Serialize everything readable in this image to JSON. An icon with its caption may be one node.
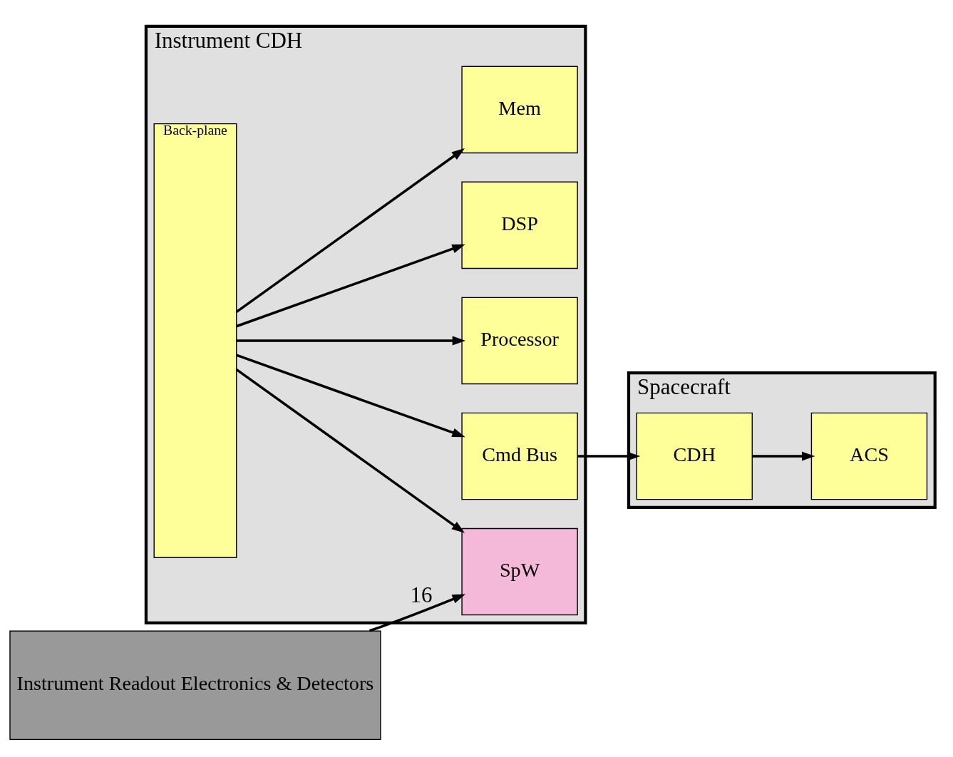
{
  "diagram": {
    "nodes": [
      {
        "text": [
          "Instrument CDH"
        ]
      },
      {
        "text": [
          "Back-plane"
        ],
        "in": 0
      },
      {
        "text": [
          "Cmd Bus"
        ],
        "in": 0
      },
      {
        "text": [
          "Processor"
        ],
        "in": 0
      },
      {
        "text": [
          "DSP"
        ],
        "in": 0
      },
      {
        "text": [
          "Mem"
        ],
        "in": 0
      },
      {
        "text": [
          "SpW"
        ],
        "in": 0
      },
      {
        "text": [
          "Spacecraft"
        ]
      },
      {
        "text": [
          "CDH"
        ],
        "in": 7
      },
      {
        "text": [
          "ACS"
        ],
        "in": 7
      },
      {
        "text": [
          "Instrument Readout Electronics & Detectors"
        ]
      }
    ],
    "edges": [
      {
        "from": 1,
        "to": 2,
        "arrow": "to"
      },
      {
        "from": 1,
        "to": 3,
        "arrow": "to"
      },
      {
        "from": 1,
        "to": 4,
        "arrow": "to"
      },
      {
        "from": 1,
        "to": 5,
        "arrow": "to"
      },
      {
        "from": 1,
        "to": 6,
        "arrow": "to"
      },
      {
        "from": 2,
        "to": 8,
        "arrow": "to"
      },
      {
        "from": 8,
        "to": 9,
        "arrow": "to"
      },
      {
        "from": 10,
        "to": 6,
        "arrow": "to",
        "label": "16"
      }
    ]
  }
}
